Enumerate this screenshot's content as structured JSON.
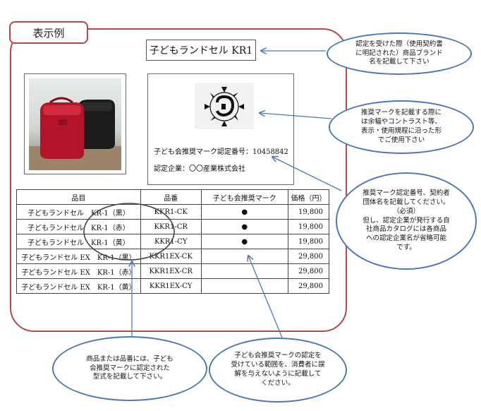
{
  "example_label": "表示例",
  "brand_name": "子どもランドセル KR1",
  "certificate": {
    "number_line": "子ども会推奨マーク認定番号：10458842",
    "company_line": "認定企業：〇〇産業株式会社"
  },
  "table": {
    "headers": [
      "品目",
      "品番",
      "子ども会推奨マーク",
      "価格（円）"
    ],
    "rows": [
      {
        "item": "子どもランドセル　KR-1（黒）",
        "code": "KKR1-CK",
        "mark": "●",
        "price": "19,800"
      },
      {
        "item": "子どもランドセル　KR-1（赤）",
        "code": "KKR1-CR",
        "mark": "●",
        "price": "19,800"
      },
      {
        "item": "子どもランドセル　KR-1（黄）",
        "code": "KKR1-CY",
        "mark": "●",
        "price": "19,800"
      },
      {
        "item": "子どもランドセル EX　KR-1（黒）",
        "code": "KKR1EX-CK",
        "mark": "",
        "price": "29,800"
      },
      {
        "item": "子どもランドセル EX　KR-1（赤）",
        "code": "KKR1EX-CR",
        "mark": "",
        "price": "29,800"
      },
      {
        "item": "子どもランドセル EX　KR-1（黄）",
        "code": "KKR1EX-CY",
        "mark": "",
        "price": "29,800"
      }
    ]
  },
  "callouts": {
    "brand": "認定を受けた際（使用契約書\nに明記された）商品ブランド\n名を記載して下さい",
    "mark": "推奨マークを記載する際に\nは余幅やコントラスト等、\n表示・使用規程に沿った形\nでご使用下さい",
    "number": "推奨マーク認定番号、契約者\n団体名を記載してください。\n（必須）\n但し、認定企業が発行する自\n社商品カタログには各商品\nへの認定企業名が省略可能\nです。",
    "model": "商品または品番には、子ども\n会推奨マークに認定された\n型式を記載して下さい。",
    "scope": "子ども会推奨マークの認定を\n受けている範囲を、消費者に誤\n解を与えないように記載して\nください。"
  },
  "colors": {
    "frame": "#b5474b",
    "callout": "#4a78b8"
  },
  "icons": {
    "mark_logo": "recommendation-mark-logo",
    "product_photo": "randoseru-photo"
  }
}
